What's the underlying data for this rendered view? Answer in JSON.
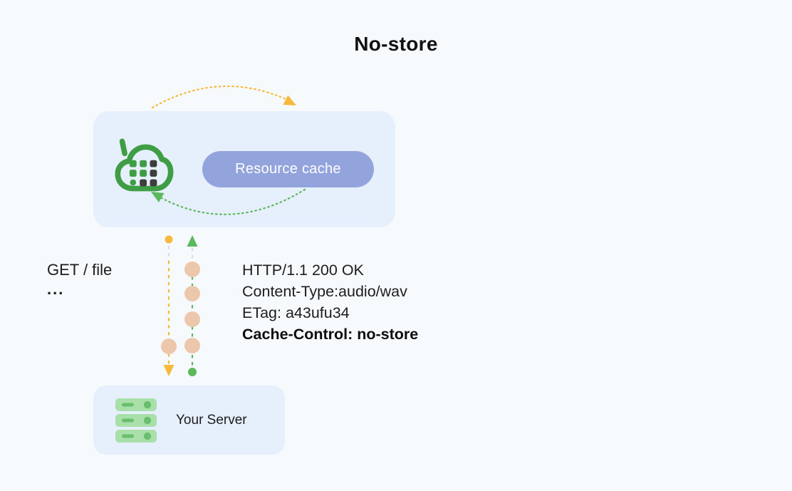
{
  "title": "No-store",
  "cache_box": {
    "label": "Resource cache"
  },
  "server_box": {
    "label": "Your Server"
  },
  "request": {
    "line1": "GET / file",
    "line2": "..."
  },
  "response": {
    "line1": "HTTP/1.1 200 OK",
    "line2": "Content-Type:audio/wav",
    "line3": "ETag: a43ufu34",
    "line4_bold": "Cache-Control: no-store"
  },
  "icons": {
    "cache": "cache-cloud-icon",
    "server": "server-rack-icon"
  },
  "colors": {
    "page-bg": "#f6fafd",
    "box-bg": "#e6effc",
    "green": "#3f9e45",
    "green-soft": "#5cb85c",
    "orange": "#f6b93c",
    "peach": "#edc7ab",
    "pill": "#93a4dc",
    "server-light": "#a9e0aa",
    "server-dark": "#69bf6d",
    "text": "#1d1d1d"
  }
}
